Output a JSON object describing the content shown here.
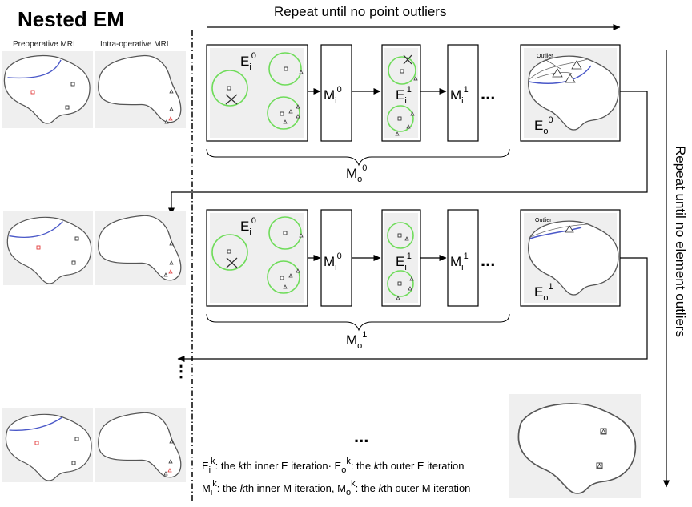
{
  "title": "Nested EM",
  "captions": {
    "preop": "Preoperative MRI",
    "intraop": "Intra-operative MRI"
  },
  "top_label": "Repeat until no point outliers",
  "side_label": "Repeat until no element outliers",
  "outlier_label": "Outlier",
  "rows": [
    {
      "E_inner_first": {
        "base": "E",
        "sub": "i",
        "sup": "0"
      },
      "M_inner_first": {
        "base": "M",
        "sub": "i",
        "sup": "0"
      },
      "E_inner_second": {
        "base": "E",
        "sub": "i",
        "sup": "1"
      },
      "M_inner_second": {
        "base": "M",
        "sub": "i",
        "sup": "1"
      },
      "E_outer": {
        "base": "E",
        "sub": "o",
        "sup": "0"
      },
      "M_outer": {
        "base": "M",
        "sub": "o",
        "sup": "0"
      }
    },
    {
      "E_inner_first": {
        "base": "E",
        "sub": "i",
        "sup": "0"
      },
      "M_inner_first": {
        "base": "M",
        "sub": "i",
        "sup": "0"
      },
      "E_inner_second": {
        "base": "E",
        "sub": "i",
        "sup": "1"
      },
      "M_inner_second": {
        "base": "M",
        "sub": "i",
        "sup": "1"
      },
      "E_outer": {
        "base": "E",
        "sub": "o",
        "sup": "1"
      },
      "M_outer": {
        "base": "M",
        "sub": "o",
        "sup": "1"
      }
    }
  ],
  "ellipsis": "...",
  "legend": {
    "line1": {
      "a_base": "E",
      "a_sub": "i",
      "a_sup": "k",
      "a_pre": ": the ",
      "a_k": "k",
      "a_post": "th inner E iteration",
      "sep": "· ",
      "b_base": "E",
      "b_sub": "o",
      "b_sup": "k",
      "b_pre": ": the ",
      "b_k": "k",
      "b_post": "th outer E iteration"
    },
    "line2": {
      "a_base": "M",
      "a_sub": "i",
      "a_sup": "k",
      "a_pre": ": the ",
      "a_k": "k",
      "a_post": "th inner M iteration",
      "sep": ", ",
      "b_base": "M",
      "b_sub": "o",
      "b_sup": "k",
      "b_pre": ": the ",
      "b_k": "k",
      "b_post": "th outer M iteration"
    }
  },
  "colors": {
    "circle": "#6fdc5a",
    "boundary": "#4a58c8",
    "outlier_point": "#e23a3a"
  }
}
